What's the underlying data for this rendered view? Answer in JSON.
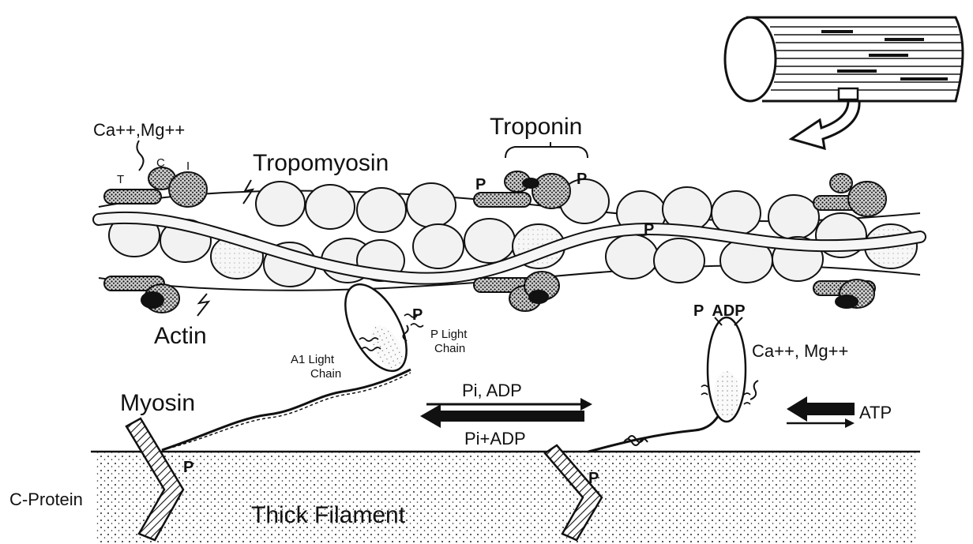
{
  "labels": {
    "ca_mg_left": "Ca++,Mg++",
    "troponin_t": "T",
    "troponin_c": "C",
    "troponin_i": "I",
    "tropomyosin": "Tropomyosin",
    "troponin": "Troponin",
    "actin": "Actin",
    "myosin": "Myosin",
    "p_light_chain_line1": "P Light",
    "p_light_chain_line2": "Chain",
    "a1_light_chain_line1": "A1 Light",
    "a1_light_chain_line2": "Chain",
    "pi_adp": "Pi, ADP",
    "pi_plus_adp": "Pi+ADP",
    "p_adp": "P  ADP",
    "ca_mg_right": "Ca++, Mg++",
    "atp": "ATP",
    "c_protein": "C-Protein",
    "thick_filament": "Thick Filament",
    "phospho": "P"
  },
  "colors": {
    "ink": "#111111",
    "background": "#ffffff",
    "globule_fill": "#f2f2f2"
  }
}
